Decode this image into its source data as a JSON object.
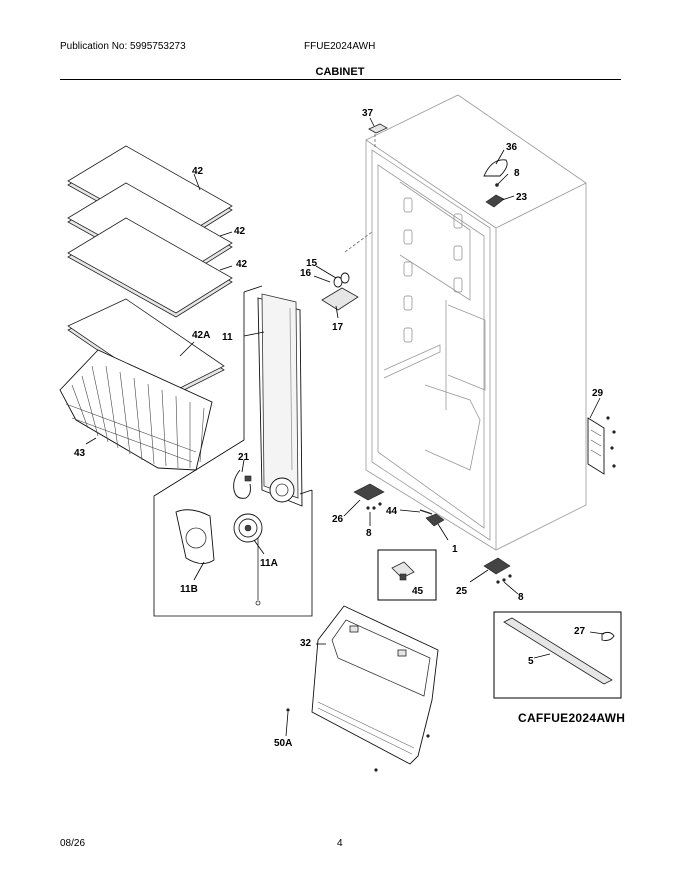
{
  "header": {
    "publication": "Publication No: 5995753273",
    "model": "FFUE2024AWH",
    "section_title": "CABINET"
  },
  "footer": {
    "date": "08/26",
    "page": "4"
  },
  "diagram": {
    "code": "CAFFUE2024AWH",
    "callouts": [
      "37",
      "36",
      "8",
      "23",
      "42",
      "42",
      "42",
      "15",
      "16",
      "17",
      "42A",
      "11",
      "29",
      "43",
      "21",
      "26",
      "44",
      "8",
      "1",
      "11A",
      "11B",
      "45",
      "25",
      "8",
      "32",
      "27",
      "5",
      "50A"
    ]
  }
}
